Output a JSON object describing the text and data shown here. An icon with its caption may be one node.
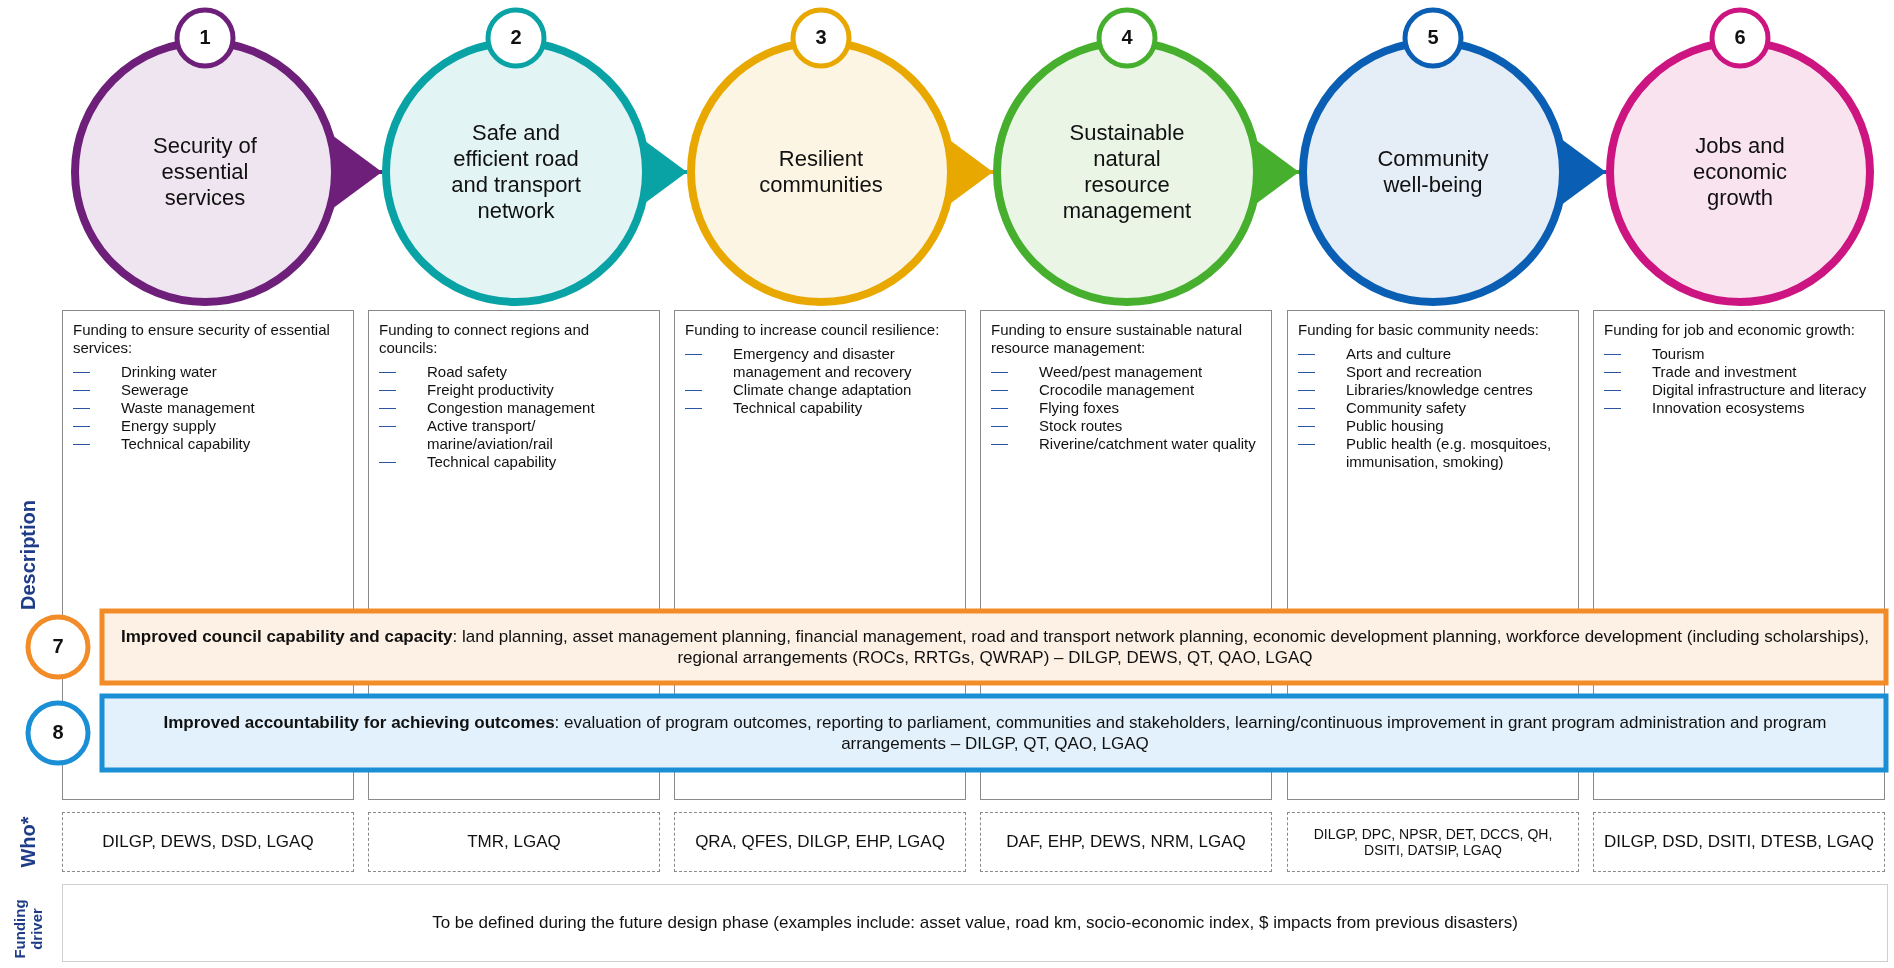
{
  "diagram": {
    "nodes": [
      {
        "text": [
          "1",
          "Security of essential services"
        ]
      },
      {
        "text": [
          "2",
          "Safe and efficient road and transport network"
        ]
      },
      {
        "text": [
          "3",
          "Resilient communities"
        ]
      },
      {
        "text": [
          "4",
          "Sustainable natural resource management"
        ]
      },
      {
        "text": [
          "5",
          "Community well-being"
        ]
      },
      {
        "text": [
          "6",
          "Jobs and economic growth"
        ]
      },
      {
        "text": [
          "Funding to ensure security of essential services:",
          "Drinking water",
          "Sewerage",
          "Waste management",
          "Energy supply",
          "Technical capability"
        ]
      },
      {
        "text": [
          "Funding to connect regions and councils:",
          "Road safety",
          "Freight productivity",
          "Congestion management",
          "Active transport/ marine/aviation/rail",
          "Technical capability"
        ]
      },
      {
        "text": [
          "Funding to increase council resilience:",
          "Emergency and disaster management and recovery",
          "Climate change adaptation",
          "Technical capability"
        ]
      },
      {
        "text": [
          "Funding to ensure sustainable natural resource management:",
          "Weed/pest management",
          "Crocodile management",
          "Flying foxes",
          "Stock routes",
          "Riverine/catchment water quality"
        ]
      },
      {
        "text": [
          "Funding for basic community needs:",
          "Arts and culture",
          "Sport and recreation",
          "Libraries/knowledge centres",
          "Community safety",
          "Public housing",
          "Public health (e.g. mosquitoes, immunisation, smoking)"
        ]
      },
      {
        "text": [
          "Funding for job and economic growth:",
          "Tourism",
          "Trade and investment",
          "Digital infrastructure and literacy",
          "Innovation ecosystems"
        ]
      },
      {
        "text": [
          "7",
          "**Improved council capability and capacity**: land planning, asset management planning, financial management, road and transport network planning, economic development planning, workforce development (including scholarships), regional arrangements (ROCs, RRTGs, QWRAP) – DILGP, DEWS, QT, QAO, LGAQ"
        ]
      },
      {
        "text": [
          "8",
          "**Improved accountability for achieving outcomes**: evaluation of program outcomes, reporting to parliament, communities and stakeholders, learning/continuous improvement in grant program administration and program arrangements – DILGP, QT, QAO, LGAQ"
        ]
      },
      {
        "text": [
          "DILGP, DEWS, DSD, LGAQ"
        ]
      },
      {
        "text": [
          "TMR, LGAQ"
        ]
      },
      {
        "text": [
          "QRA, QFES, DILGP, EHP, LGAQ"
        ]
      },
      {
        "text": [
          "DAF, EHP, DEWS, NRM, LGAQ"
        ]
      },
      {
        "text": [
          "DILGP, DPC, NPSR, DET, DCCS, QH, DSITI, DATSIP, LGAQ"
        ]
      },
      {
        "text": [
          "DILGP, DSD, DSITI, DTESB, LGAQ"
        ]
      },
      {
        "text": [
          "To be defined during the future design phase (examples include: asset value, road km, socio-economic index, $ impacts from previous disasters)"
        ]
      }
    ],
    "edges": [
      {
        "from": 0,
        "to": 1,
        "arrow": "to",
        "color": "#6d1f7a"
      },
      {
        "from": 1,
        "to": 2,
        "arrow": "to",
        "color": "#0aa3a5"
      },
      {
        "from": 2,
        "to": 3,
        "arrow": "to",
        "color": "#e8a800"
      },
      {
        "from": 3,
        "to": 4,
        "arrow": "to",
        "color": "#46b02e"
      },
      {
        "from": 4,
        "to": 5,
        "arrow": "to",
        "color": "#0a5fb4"
      }
    ],
    "labels": [
      "Description",
      "Who*",
      "Funding driver"
    ]
  }
}
